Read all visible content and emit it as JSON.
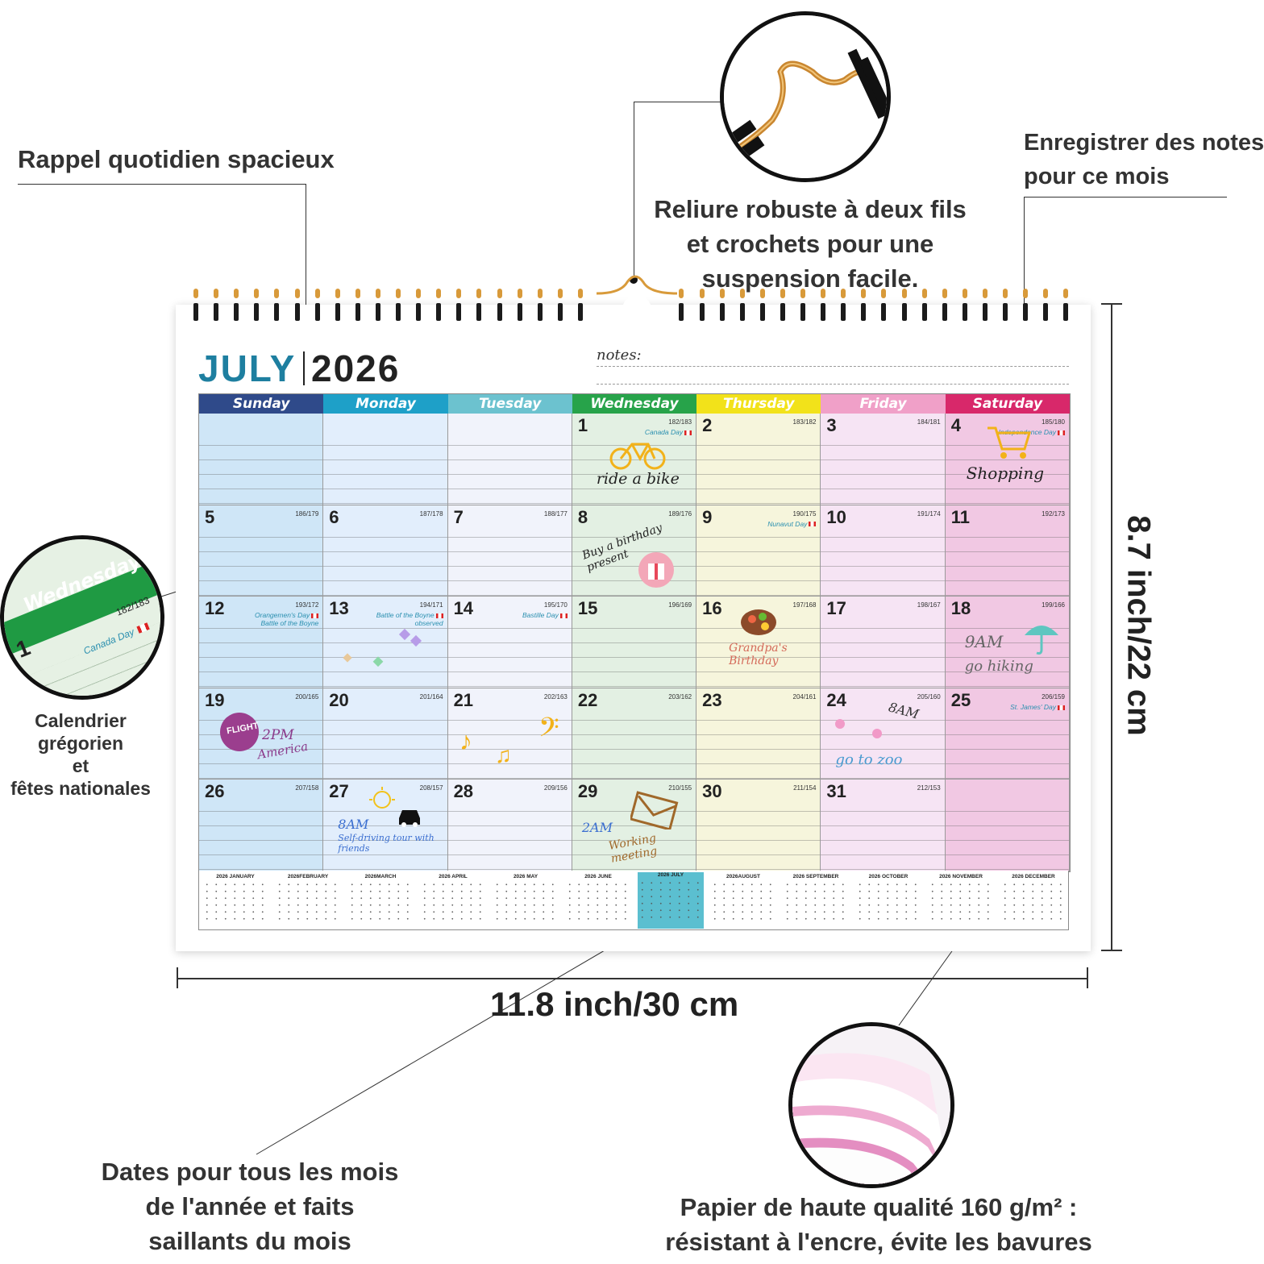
{
  "callouts": {
    "reminder": "Rappel quotidien spacieux",
    "binding": [
      "Reliure robuste à deux fils",
      "et crochets pour une",
      "suspension facile."
    ],
    "notes": [
      "Enregistrer des notes",
      "pour ce mois"
    ],
    "holidays": [
      "Calendrier grégorien",
      "et",
      "fêtes nationales"
    ],
    "dates": [
      "Dates pour tous les mois",
      "de l'année et faits",
      "saillants du mois"
    ],
    "paper": [
      "Papier de haute qualité 160 g/m² :",
      "résistant à l'encre, évite les bavures"
    ]
  },
  "dimensions": {
    "height": "8.7 inch/22 cm",
    "width": "11.8 inch/30 cm"
  },
  "calendar": {
    "month": "JULY",
    "year": "2026",
    "notes_label": "notes:",
    "days": [
      "Sunday",
      "Monday",
      "Tuesday",
      "Wednesday",
      "Thursday",
      "Friday",
      "Saturday"
    ],
    "day_colors": [
      "#2f4a8a",
      "#1ea0c8",
      "#6cc2cf",
      "#27a34a",
      "#f2e21a",
      "#f0a0c8",
      "#d8286a"
    ],
    "col_colors": [
      "#cfe6f7",
      "#e2eefc",
      "#f1f3fb",
      "#e3f0e3",
      "#f6f5dc",
      "#f6e4f4",
      "#f1c8e3"
    ],
    "weeks": [
      [
        null,
        null,
        null,
        {
          "d": "1",
          "doy": "182/183",
          "hol": "Canada Day",
          "note": "ride a bike"
        },
        {
          "d": "2",
          "doy": "183/182"
        },
        {
          "d": "3",
          "doy": "184/181"
        },
        {
          "d": "4",
          "doy": "185/180",
          "hol": "Independence Day",
          "note": "Shopping"
        }
      ],
      [
        {
          "d": "5",
          "doy": "186/179"
        },
        {
          "d": "6",
          "doy": "187/178"
        },
        {
          "d": "7",
          "doy": "188/177"
        },
        {
          "d": "8",
          "doy": "189/176",
          "note": "Buy a birthday present"
        },
        {
          "d": "9",
          "doy": "190/175",
          "hol": "Nunavut Day"
        },
        {
          "d": "10",
          "doy": "191/174"
        },
        {
          "d": "11",
          "doy": "192/173"
        }
      ],
      [
        {
          "d": "12",
          "doy": "193/172",
          "hol": "Orangemen's Day",
          "hol2": "Battle of the Boyne"
        },
        {
          "d": "13",
          "doy": "194/171",
          "hol": "Battle of the Boyne",
          "hol2": "observed"
        },
        {
          "d": "14",
          "doy": "195/170",
          "hol": "Bastille Day"
        },
        {
          "d": "15",
          "doy": "196/169"
        },
        {
          "d": "16",
          "doy": "197/168",
          "note": "Grandpa's Birthday"
        },
        {
          "d": "17",
          "doy": "198/167"
        },
        {
          "d": "18",
          "doy": "199/166",
          "note": "9AM",
          "note2": "go hiking"
        }
      ],
      [
        {
          "d": "19",
          "doy": "200/165",
          "note": "2PM",
          "note2": "America"
        },
        {
          "d": "20",
          "doy": "201/164"
        },
        {
          "d": "21",
          "doy": "202/163"
        },
        {
          "d": "22",
          "doy": "203/162"
        },
        {
          "d": "23",
          "doy": "204/161"
        },
        {
          "d": "24",
          "doy": "205/160",
          "note": "8AM",
          "note2": "go to zoo"
        },
        {
          "d": "25",
          "doy": "206/159",
          "hol": "St. James' Day"
        }
      ],
      [
        {
          "d": "26",
          "doy": "207/158"
        },
        {
          "d": "27",
          "doy": "208/157",
          "note": "8AM",
          "note2": "Self-driving tour with friends"
        },
        {
          "d": "28",
          "doy": "209/156"
        },
        {
          "d": "29",
          "doy": "210/155",
          "note": "2AM",
          "note2": "Working meeting"
        },
        {
          "d": "30",
          "doy": "211/154"
        },
        {
          "d": "31",
          "doy": "212/153"
        },
        null
      ]
    ],
    "flight_badge": "FLIGHT",
    "mini_months": [
      "2026 JANUARY",
      "2026FEBRUARY",
      "2026MARCH",
      "2026 APRIL",
      "2026 MAY",
      "2026 JUNE",
      "2026 JULY",
      "2026AUGUST",
      "2026 SEPTEMBER",
      "2026 OCTOBER",
      "2026 NOVEMBER",
      "2026 DECEMBER"
    ],
    "highlight_month_color": "#5bbfd0"
  },
  "zoom_bubble": {
    "day": "Wednesday",
    "date": "1",
    "doy": "182/183",
    "holiday": "Canada Day"
  }
}
